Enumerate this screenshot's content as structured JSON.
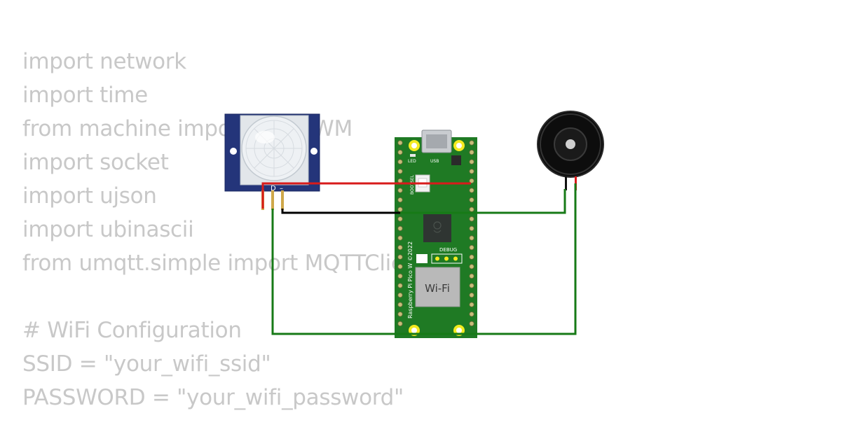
{
  "code_lines": [
    "import network",
    "import time",
    "from machine import Pin, PWM",
    "import socket",
    "import ujson",
    "import ubinascii",
    "from umqtt.simple import MQTTClient",
    "",
    "# WiFi Configuration",
    "SSID = \"your_wifi_ssid\"",
    "PASSWORD = \"your_wifi_password\""
  ],
  "pir_sensor": {
    "pin_labels": [
      "D",
      "–"
    ]
  },
  "pico": {
    "model_text": "Raspberry Pi Pico W ©2022",
    "wifi_label": "Wi-Fi",
    "debug_label": "DEBUG",
    "led_label": "LED",
    "usb_label": "USB",
    "bootsel_label": "BOOTSEL"
  },
  "colors": {
    "code_text": "#c8c8c8",
    "board": "#1f7a24",
    "wire_power": "#d81b1b",
    "wire_ground": "#000000",
    "wire_signal": "#177a17",
    "pir_body": "#24357a"
  }
}
